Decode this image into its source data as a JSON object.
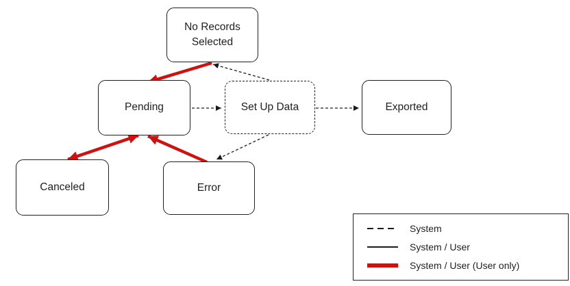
{
  "colors": {
    "red": "#cf1110",
    "line": "#1a1a1a"
  },
  "nodes": {
    "no_records_selected": {
      "label": "No Records Selected",
      "border": "solid"
    },
    "pending": {
      "label": "Pending",
      "border": "solid"
    },
    "set_up_data": {
      "label": "Set Up Data",
      "border": "dashed"
    },
    "exported": {
      "label": "Exported",
      "border": "solid"
    },
    "canceled": {
      "label": "Canceled",
      "border": "solid"
    },
    "error": {
      "label": "Error",
      "border": "solid"
    }
  },
  "edges": [
    {
      "from": "no_records_selected",
      "to": "pending",
      "style": "thick-red",
      "direction": "one-way"
    },
    {
      "from": "pending",
      "to": "canceled",
      "style": "thick-red",
      "direction": "two-way"
    },
    {
      "from": "error",
      "to": "pending",
      "style": "thick-red",
      "direction": "one-way"
    },
    {
      "from": "pending",
      "to": "set_up_data",
      "style": "dashed",
      "direction": "one-way"
    },
    {
      "from": "set_up_data",
      "to": "exported",
      "style": "dashed",
      "direction": "one-way"
    },
    {
      "from": "set_up_data",
      "to": "no_records_selected",
      "style": "dashed",
      "direction": "one-way"
    },
    {
      "from": "set_up_data",
      "to": "error",
      "style": "dashed",
      "direction": "one-way"
    }
  ],
  "legend": {
    "items": [
      {
        "swatch": "dashed",
        "label": "System"
      },
      {
        "swatch": "solid",
        "label": "System / User"
      },
      {
        "swatch": "thick-red",
        "label": "System / User (User only)"
      }
    ]
  }
}
